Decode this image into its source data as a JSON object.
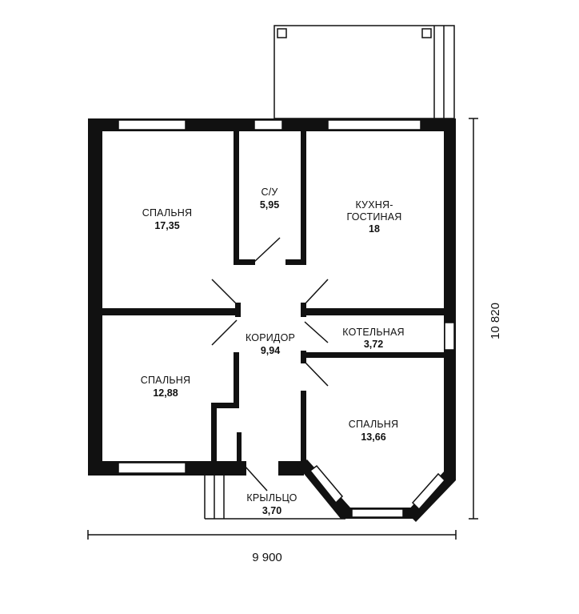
{
  "rooms": {
    "bedroom_top_left": {
      "name": "СПАЛЬНЯ",
      "area": "17,35"
    },
    "bathroom": {
      "name": "С/У",
      "area": "5,95"
    },
    "kitchen_living": {
      "name_line1": "КУХНЯ-",
      "name_line2": "ГОСТИНАЯ",
      "area": "18"
    },
    "corridor": {
      "name": "КОРИДОР",
      "area": "9,94"
    },
    "boiler_room": {
      "name": "КОТЕЛЬНАЯ",
      "area": "3,72"
    },
    "bedroom_bottom_left": {
      "name": "СПАЛЬНЯ",
      "area": "12,88"
    },
    "bedroom_bottom_right": {
      "name": "СПАЛЬНЯ",
      "area": "13,66"
    },
    "porch": {
      "name": "КРЫЛЬЦО",
      "area": "3,70"
    }
  },
  "dimensions": {
    "width": "9 900",
    "height": "10 820"
  },
  "colors": {
    "wall": "#111111",
    "background": "#ffffff"
  }
}
